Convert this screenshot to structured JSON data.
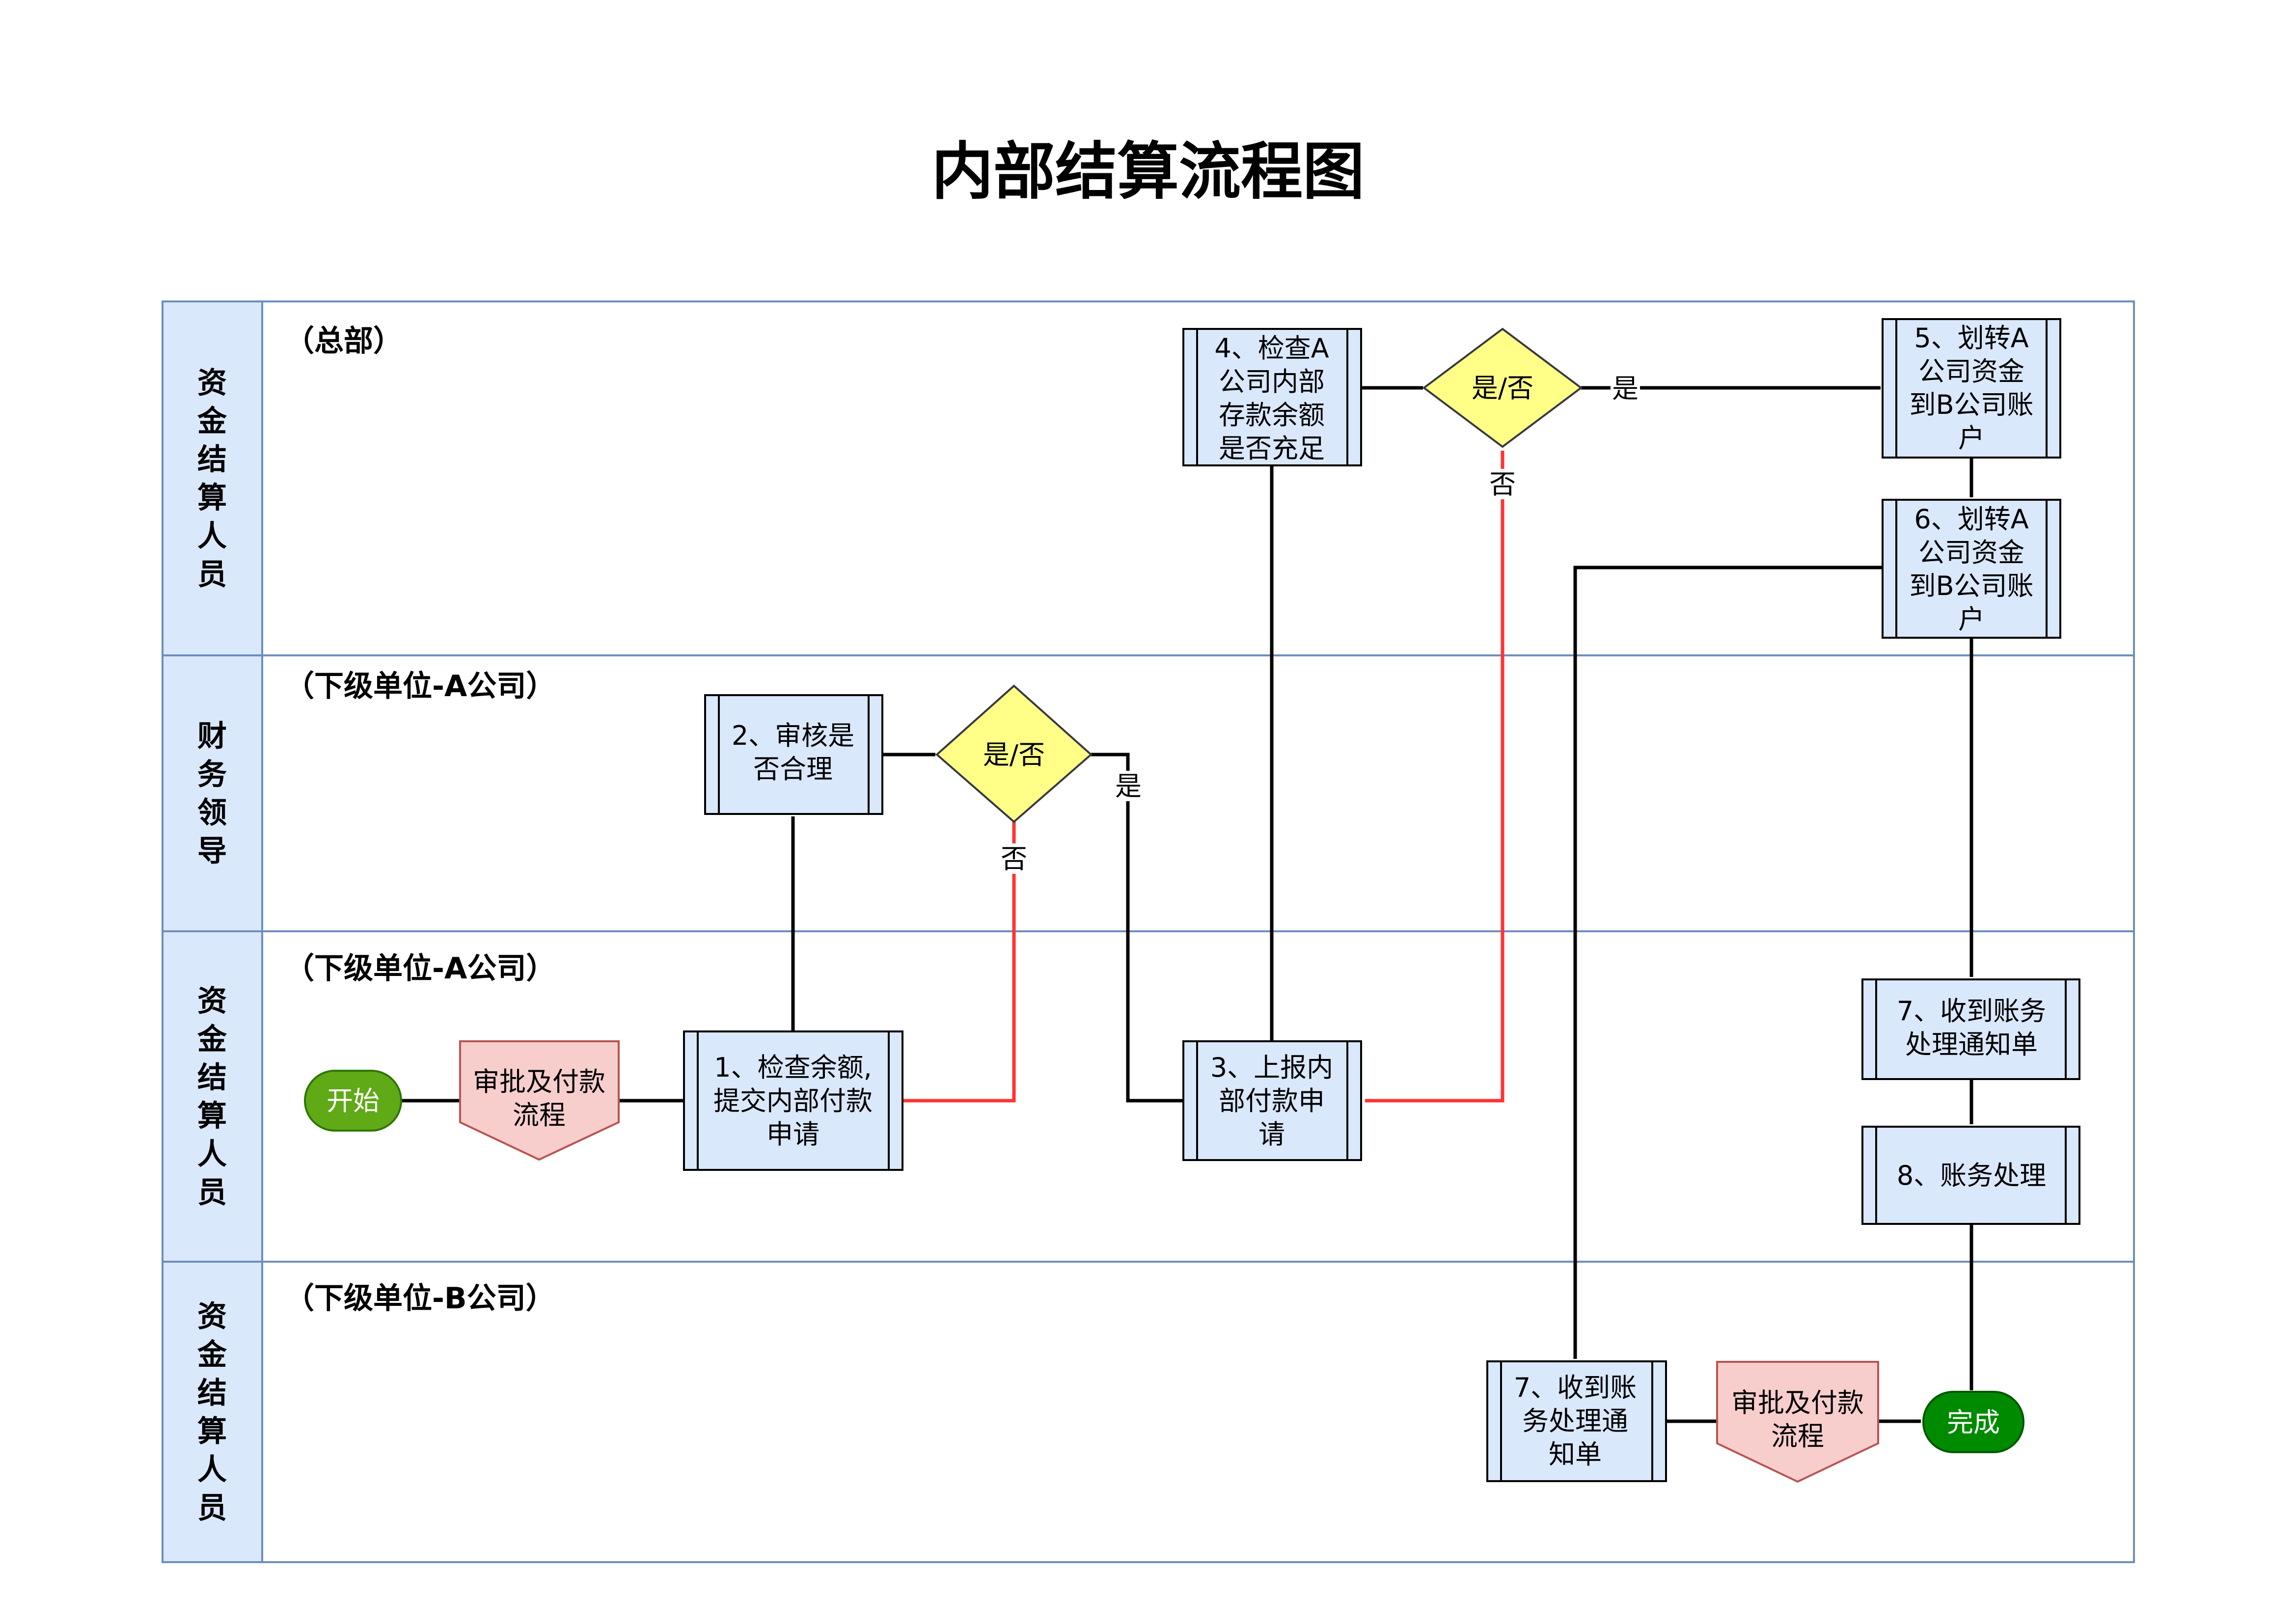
{
  "title": "内部结算流程图",
  "lanes": [
    {
      "label": "资金结算人员",
      "dept": "（总部）"
    },
    {
      "label": "财务领导",
      "dept": "（下级单位-A公司）"
    },
    {
      "label": "资金结算人员",
      "dept": "（下级单位-A公司）"
    },
    {
      "label": "资金结算人员",
      "dept": "（下级单位-B公司）"
    }
  ],
  "nodes": {
    "start": "开始",
    "approveA": [
      "审批及付款",
      "流程"
    ],
    "p1": [
      "1、检查余额,",
      "提交内部付款",
      "申请"
    ],
    "p2": [
      "2、审核是",
      "否合理"
    ],
    "d1": "是/否",
    "p3": [
      "3、上报内",
      "部付款申",
      "请"
    ],
    "p4": [
      "4、检查A",
      "公司内部",
      "存款余额",
      "是否充足"
    ],
    "d2": "是/否",
    "p5": [
      "5、划转A",
      "公司资金",
      "到B公司账",
      "户"
    ],
    "p6": [
      "6、划转A",
      "公司资金",
      "到B公司账",
      "户"
    ],
    "p7a": [
      "7、收到账务",
      "处理通知单"
    ],
    "p8": "8、账务处理",
    "p7b": [
      "7、收到账",
      "务处理通",
      "知单"
    ],
    "approveB": [
      "审批及付款",
      "流程"
    ],
    "end": "完成"
  },
  "edge_labels": {
    "d1_yes": "是",
    "d1_no": "否",
    "d2_yes": "是",
    "d2_no": "否"
  },
  "colors": {
    "lane_border": "#6c8ebf",
    "lane_header": "#dae8fc",
    "process_fill": "#dae8fc",
    "decision_fill": "#ffff88",
    "decision_stroke": "#36393d",
    "offpage_fill": "#f8cecc",
    "offpage_stroke": "#b85450",
    "start_fill": "#60a917",
    "end_fill": "#008a00",
    "no_edge": "#ff3333",
    "edge": "#000000"
  }
}
